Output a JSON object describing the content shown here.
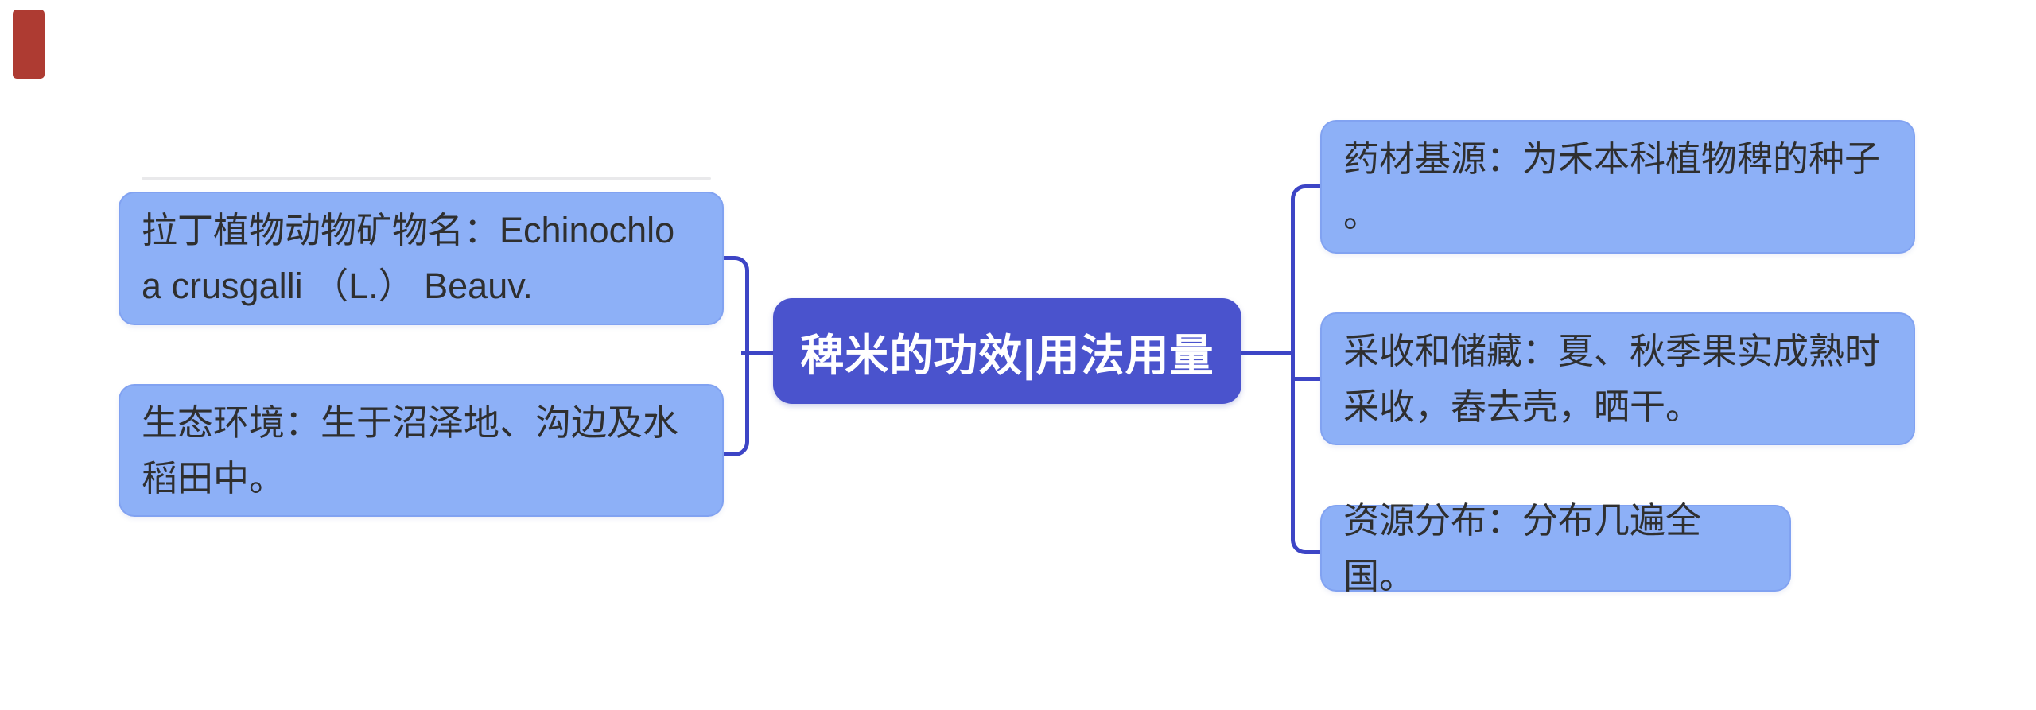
{
  "diagram": {
    "type": "mindmap",
    "background": "#ffffff",
    "root": {
      "label": "稗米的功效|用法用量",
      "fill": "#4a53cd",
      "text_color": "#ffffff"
    },
    "left_nodes": [
      {
        "label": "拉丁植物动物矿物名：Echinochlo\na crusgalli （L.） Beauv."
      },
      {
        "label": "生态环境：生于沼泽地、沟边及水\n稻田中。"
      }
    ],
    "right_nodes": [
      {
        "label": "药材基源：为禾本科植物稗的种子\n。"
      },
      {
        "label": "采收和储藏：夏、秋季果实成熟时\n采收，舂去壳，晒干。"
      },
      {
        "label": "资源分布：分布几遍全国。"
      }
    ],
    "colors": {
      "leaf_fill": "#8db0f7",
      "leaf_border": "#7fa0f0",
      "leaf_text": "#2f2f2f",
      "connector": "#3d45c6",
      "watermark_red": "#ae3b32",
      "ghost_divider": "#e9e9eb"
    }
  }
}
